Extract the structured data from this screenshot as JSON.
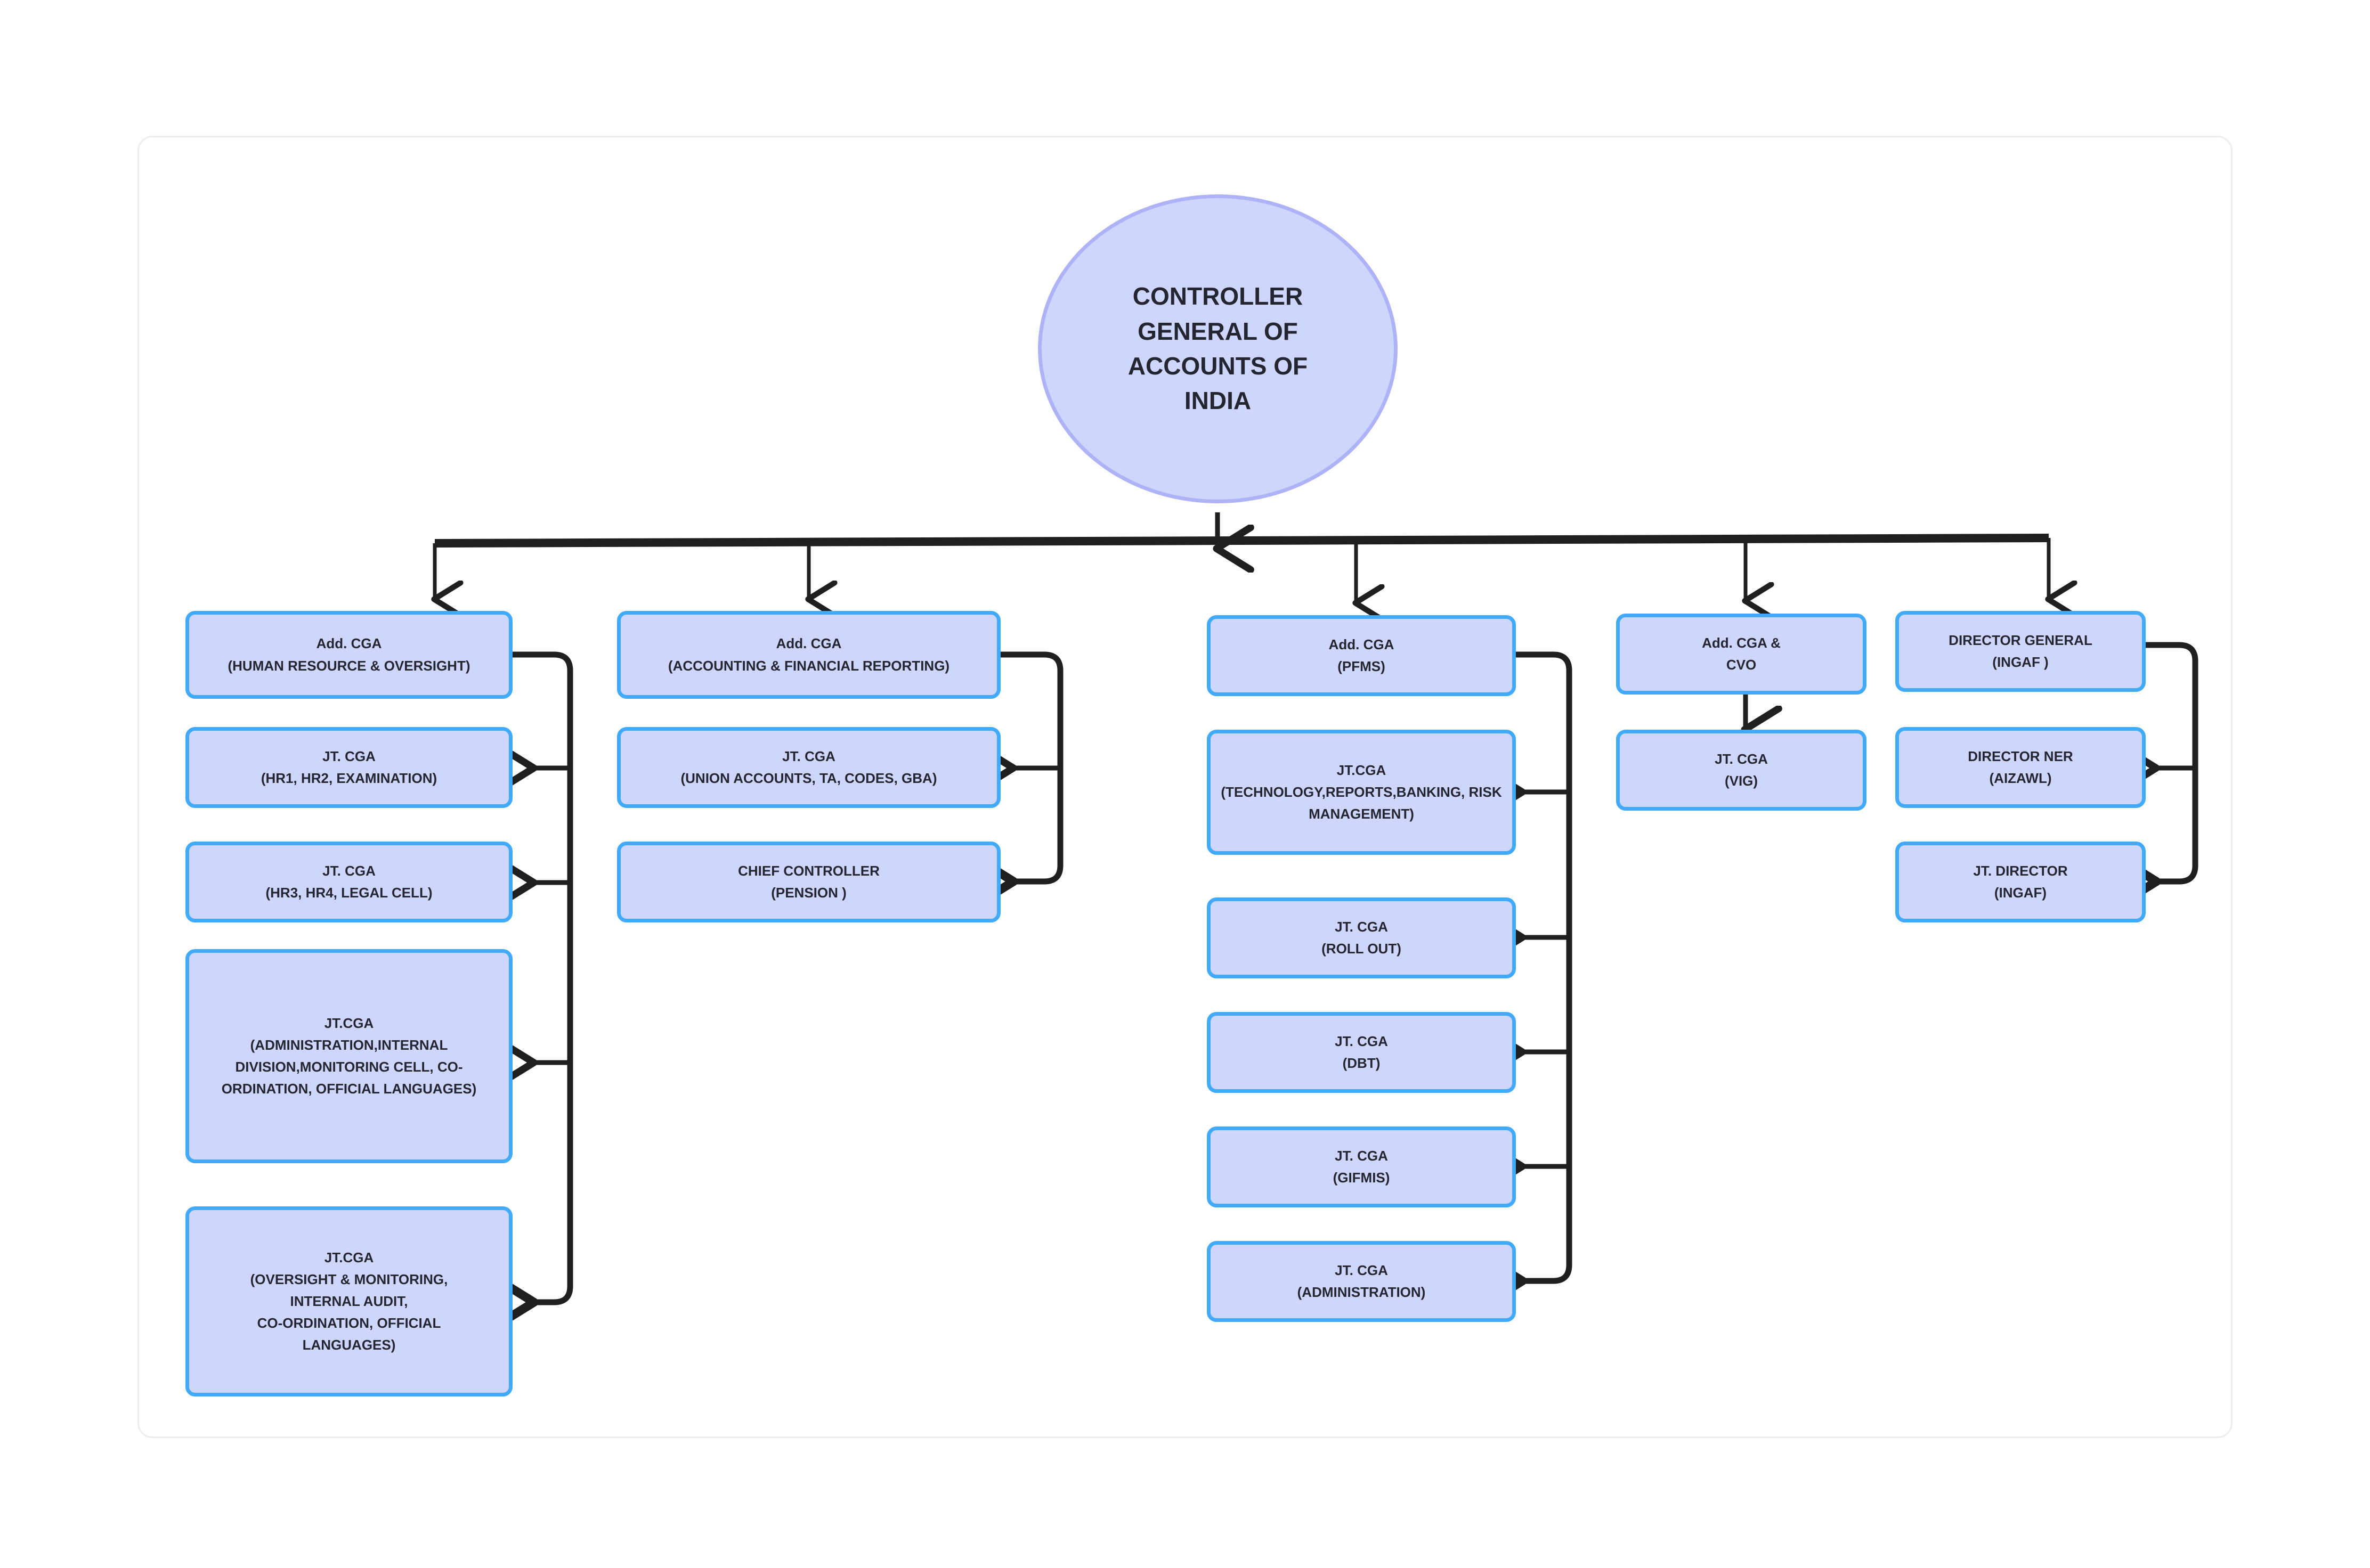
{
  "diagram": {
    "title": "Controller General of Accounts of India Organisation Chart",
    "colors": {
      "node_fill": "#CED6FB",
      "node_border": "#42AAFA",
      "root_border": "#AEB3F7",
      "connector": "#1F1F1F",
      "canvas_border": "#EDEDED",
      "text": "#232530",
      "background": "#FFFFFF"
    },
    "root": {
      "id": "cga-root",
      "label": "CONTROLLER\nGENERAL OF\nACCOUNTS OF\nINDIA",
      "shape": "circle"
    },
    "columns": [
      {
        "id": "col-hr",
        "parent": {
          "id": "addcga-hr",
          "label": "Add. CGA\n(HUMAN RESOURCE & OVERSIGHT)"
        },
        "children": [
          {
            "id": "jtcga-hr12",
            "label": "JT. CGA\n(HR1, HR2, EXAMINATION)"
          },
          {
            "id": "jtcga-hr34",
            "label": "JT. CGA\n(HR3, HR4, LEGAL CELL)"
          },
          {
            "id": "jtcga-admin-internal",
            "label": "JT.CGA\n(ADMINISTRATION,INTERNAL DIVISION,MONITORING CELL, CO-ORDINATION, OFFICIAL LANGUAGES)"
          },
          {
            "id": "jtcga-oversight",
            "label": "JT.CGA\n(OVERSIGHT & MONITORING,\nINTERNAL AUDIT,\nCO-ORDINATION, OFFICIAL\nLANGUAGES)"
          }
        ]
      },
      {
        "id": "col-afr",
        "parent": {
          "id": "addcga-afr",
          "label": "Add. CGA\n(ACCOUNTING & FINANCIAL REPORTING)"
        },
        "children": [
          {
            "id": "jtcga-union",
            "label": "JT. CGA\n(UNION ACCOUNTS, TA, CODES, GBA)"
          },
          {
            "id": "chief-controller-pension",
            "label": "CHIEF CONTROLLER\n(PENSION )"
          }
        ]
      },
      {
        "id": "col-pfms",
        "parent": {
          "id": "addcga-pfms",
          "label": "Add. CGA\n(PFMS)"
        },
        "children": [
          {
            "id": "jtcga-tech",
            "label": "JT.CGA\n(TECHNOLOGY,REPORTS,BANKING, RISK MANAGEMENT)"
          },
          {
            "id": "jtcga-rollout",
            "label": "JT. CGA\n(ROLL OUT)"
          },
          {
            "id": "jtcga-dbt",
            "label": "JT. CGA\n(DBT)"
          },
          {
            "id": "jtcga-gifmis",
            "label": "JT. CGA\n(GIFMIS)"
          },
          {
            "id": "jtcga-administration",
            "label": "JT. CGA\n(ADMINISTRATION)"
          }
        ]
      },
      {
        "id": "col-cvo",
        "parent": {
          "id": "addcga-cvo",
          "label": "Add. CGA &\nCVO"
        },
        "children": [
          {
            "id": "jtcga-vig",
            "label": "JT. CGA\n(VIG)"
          }
        ]
      },
      {
        "id": "col-ingaf",
        "parent": {
          "id": "director-general-ingaf",
          "label": "DIRECTOR GENERAL\n(INGAF )"
        },
        "children": [
          {
            "id": "director-ner-aizawl",
            "label": "DIRECTOR NER\n(AIZAWL)"
          },
          {
            "id": "jt-director-ingaf",
            "label": "JT. DIRECTOR\n(INGAF)"
          }
        ]
      }
    ]
  }
}
